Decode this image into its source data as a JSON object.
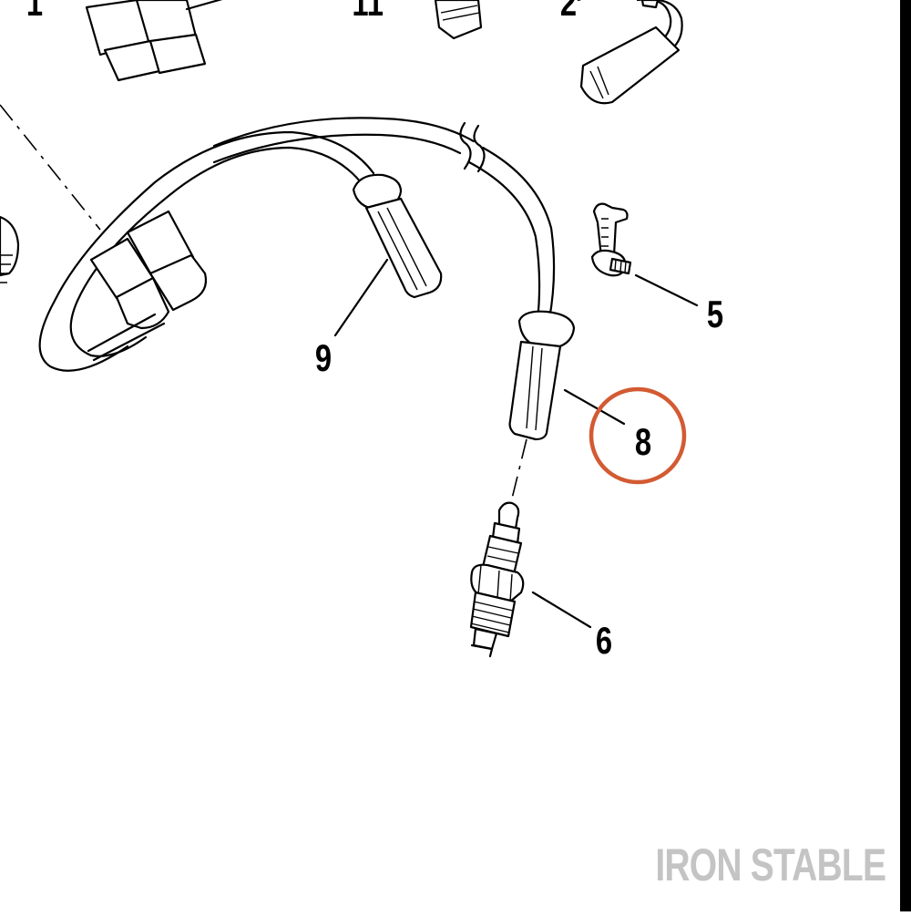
{
  "callouts": {
    "c1": "1",
    "c11": "11",
    "c2": "2",
    "c5": "5",
    "c9": "9",
    "c8": "8",
    "c6": "6"
  },
  "watermark": {
    "text": "IRON STABLE",
    "color": "#c4c4c4"
  },
  "highlight": {
    "callout": "8",
    "color": "#d35a32"
  }
}
